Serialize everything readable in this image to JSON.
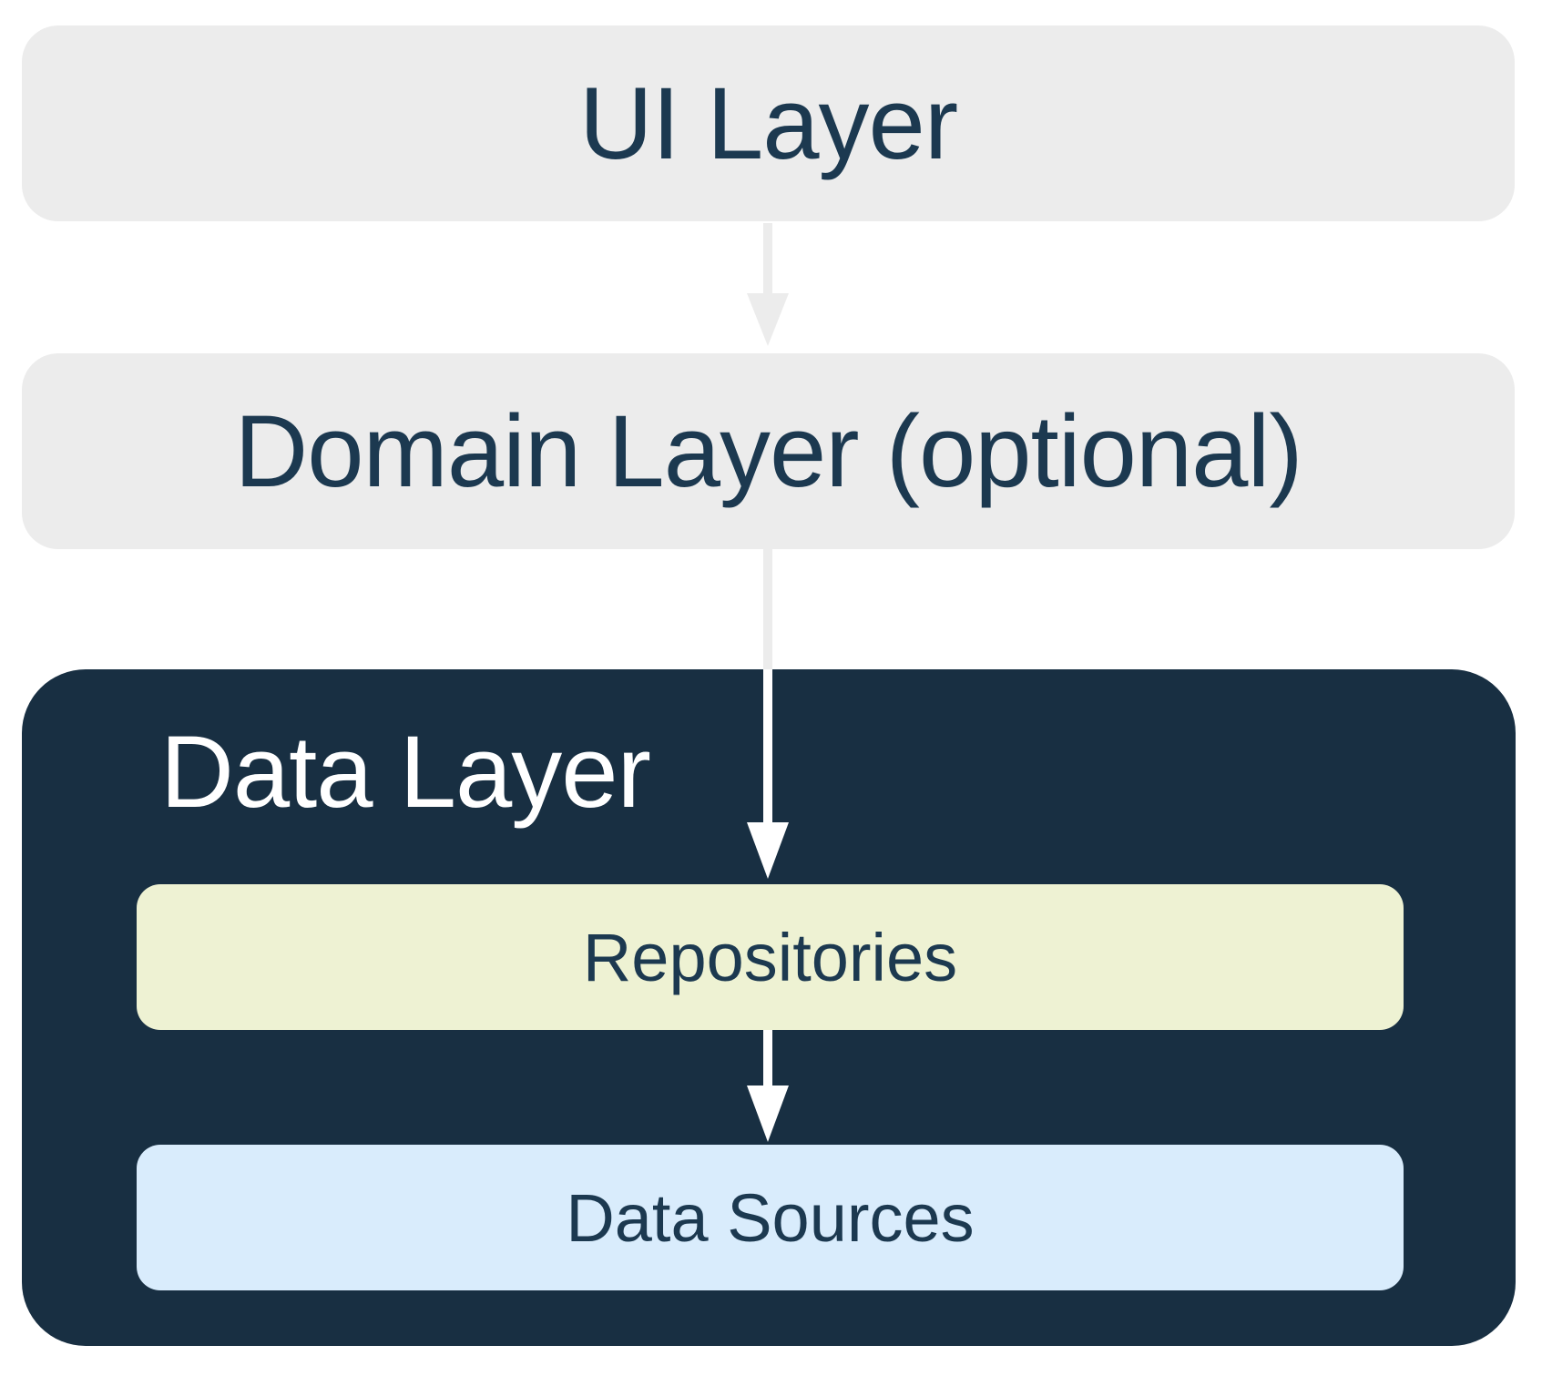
{
  "colors": {
    "background": "#FFFFFF",
    "layer_box_gray": "#ECECEC",
    "dark_navy_box": "#182F42",
    "title_text_navy": "#1C3950",
    "repositories_lime": "#EEF2D3",
    "data_sources_blue": "#D9ECFC",
    "arrow_gray": "#ECECEC",
    "arrow_white": "#FFFFFF"
  },
  "layers": {
    "ui": {
      "label": "UI Layer"
    },
    "domain": {
      "label": "Domain Layer (optional)"
    },
    "data": {
      "label": "Data Layer",
      "children": {
        "repositories": {
          "label": "Repositories"
        },
        "data_sources": {
          "label": "Data Sources"
        }
      }
    }
  },
  "arrows": [
    {
      "name": "arrow-ui-to-domain",
      "style": "gray-on-white"
    },
    {
      "name": "arrow-domain-to-repositories",
      "style": "gray-outside-white-inside-dark-box"
    },
    {
      "name": "arrow-repositories-to-data-sources",
      "style": "white-on-dark"
    }
  ]
}
